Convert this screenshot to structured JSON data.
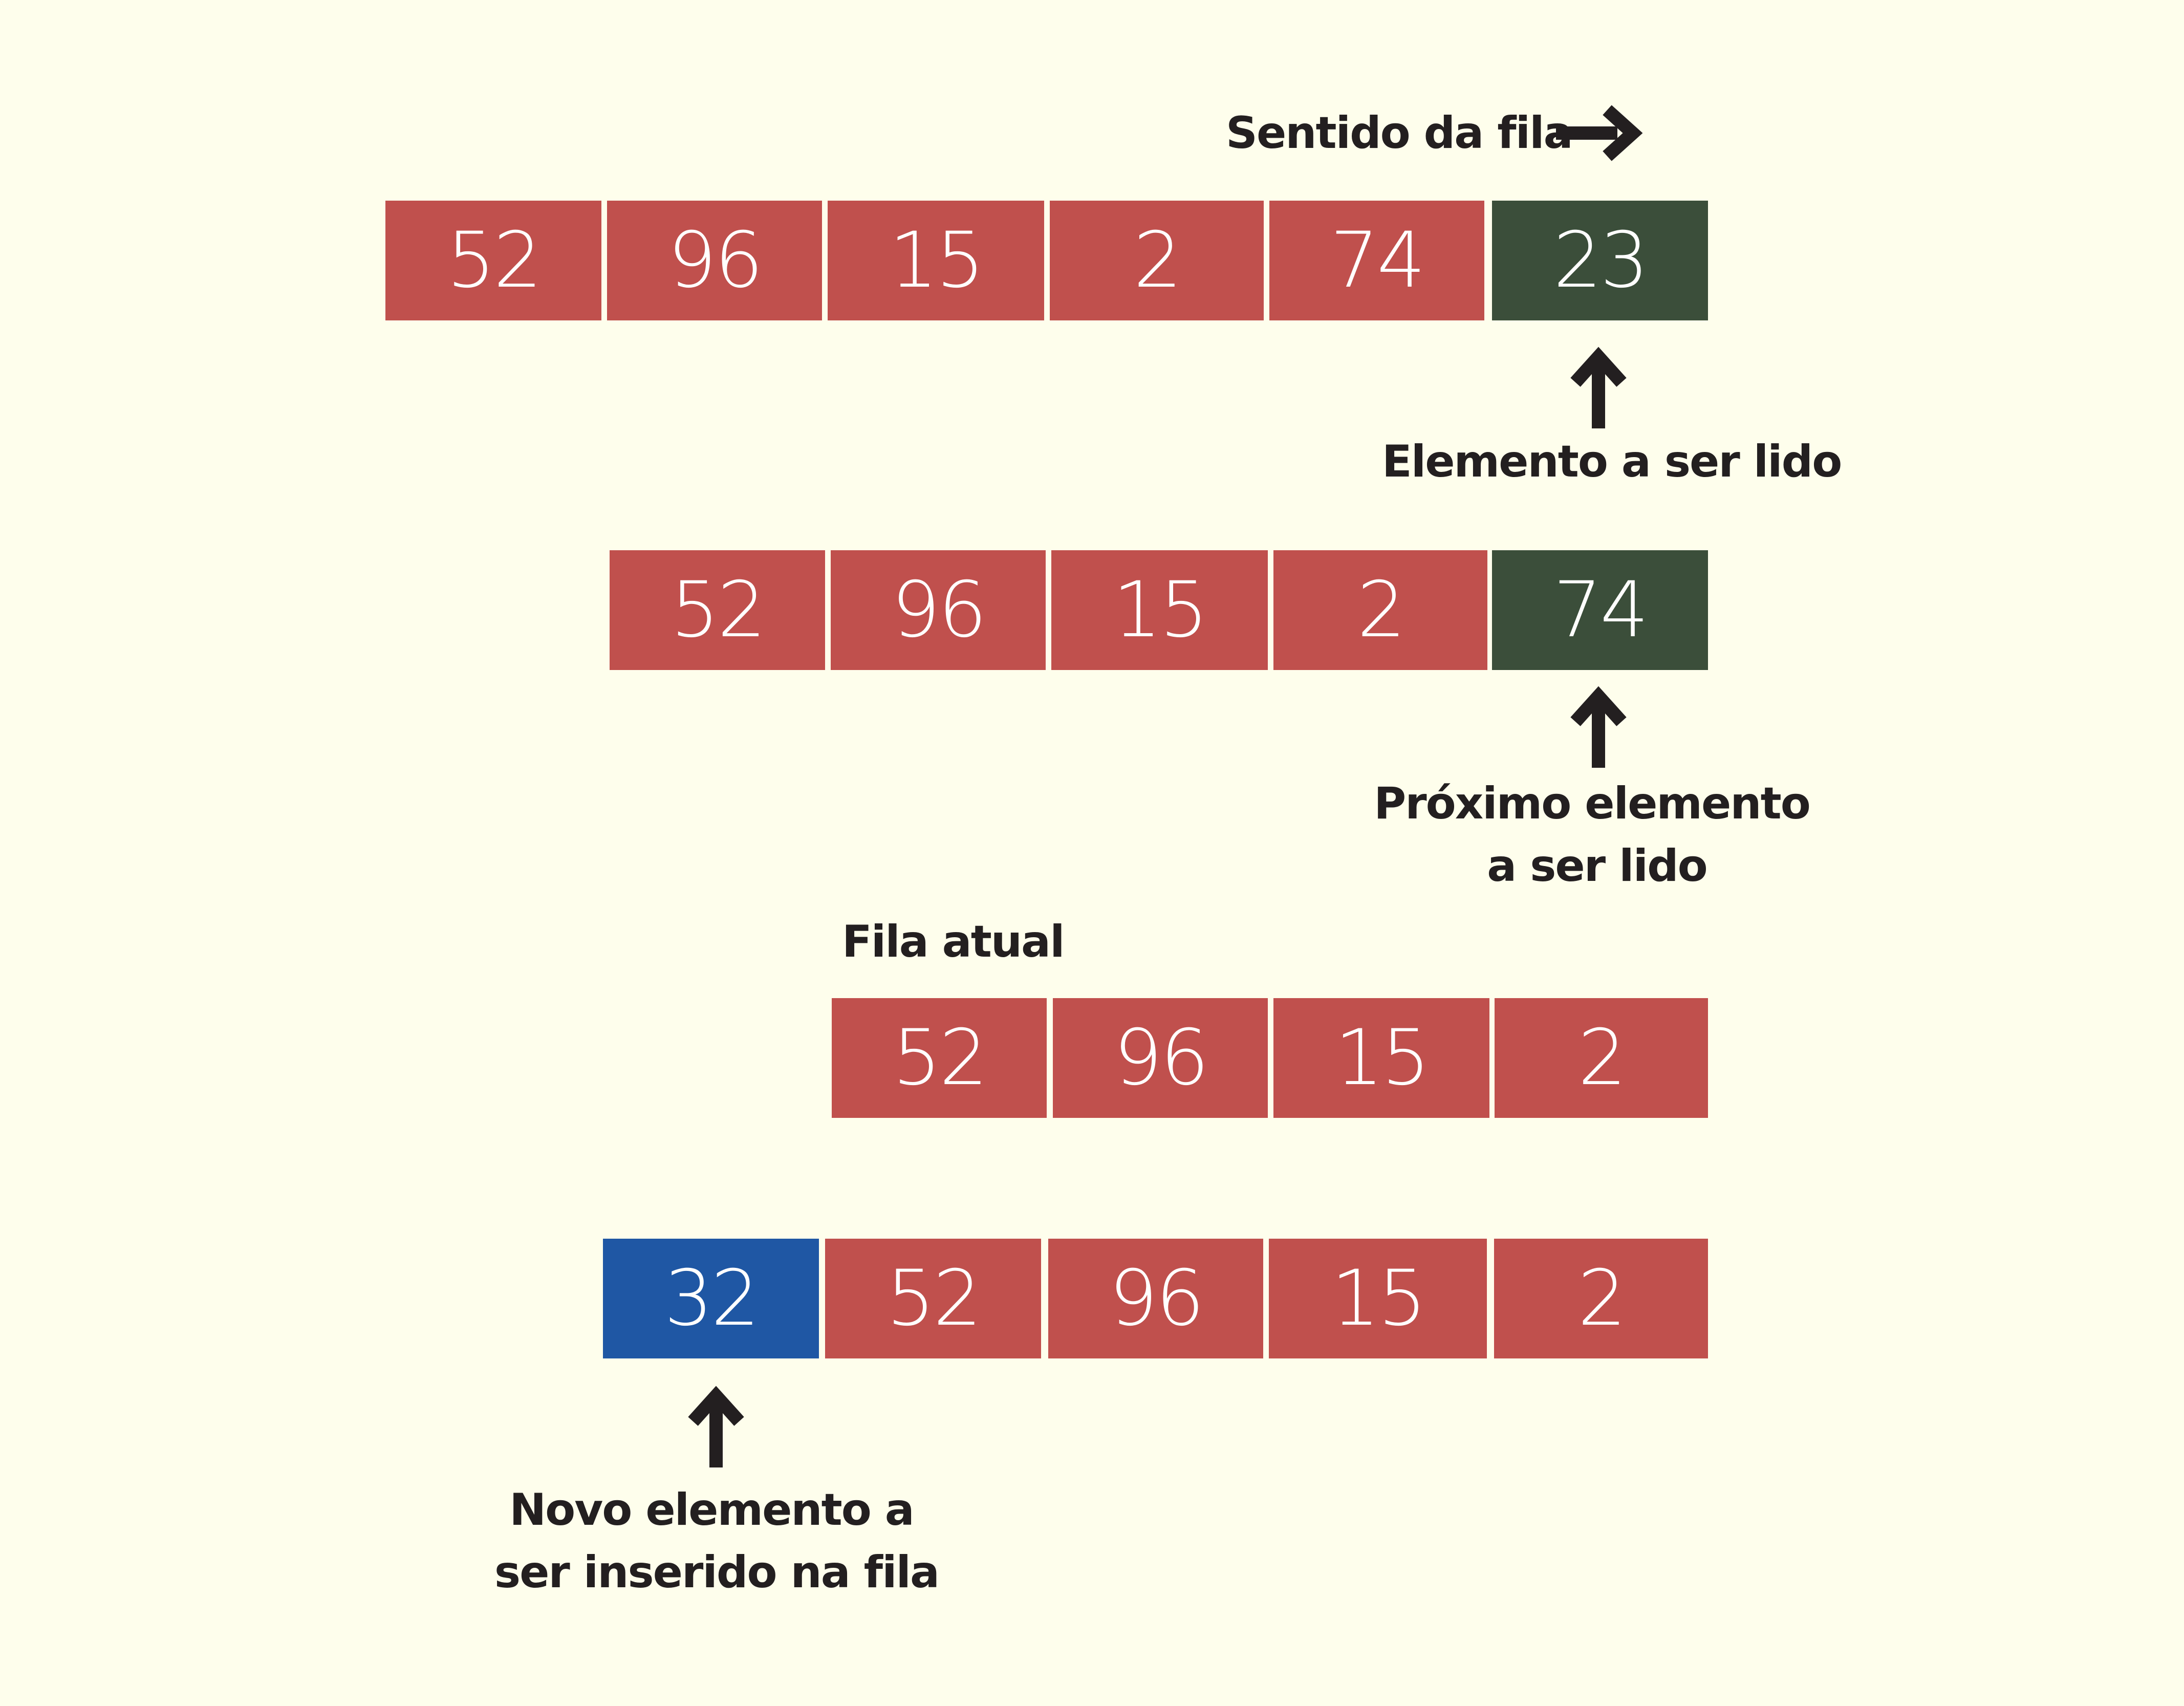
{
  "colors": {
    "background": "#fefeec",
    "element": "#c0504d",
    "read": "#3b4e3a",
    "inserted": "#1f57a4",
    "text_dark": "#231f20",
    "cell_text": "#ffffff"
  },
  "direction_label": "Sentido da fila",
  "queue_1": {
    "items": [
      "52",
      "96",
      "15",
      "2",
      "74",
      "23"
    ],
    "read_label": "Elemento a ser lido"
  },
  "queue_2": {
    "items": [
      "52",
      "96",
      "15",
      "2",
      "74"
    ],
    "read_label_line1": "Próximo elemento",
    "read_label_line2": "a ser lido"
  },
  "queue_3": {
    "title": "Fila atual",
    "items": [
      "52",
      "96",
      "15",
      "2"
    ]
  },
  "queue_4": {
    "items": [
      "32",
      "52",
      "96",
      "15",
      "2"
    ],
    "insert_label_line1": "Novo elemento a",
    "insert_label_line2": "ser inserido na fila"
  },
  "icons": {
    "direction": "arrow-right-icon",
    "pointer": "arrow-up-icon"
  }
}
